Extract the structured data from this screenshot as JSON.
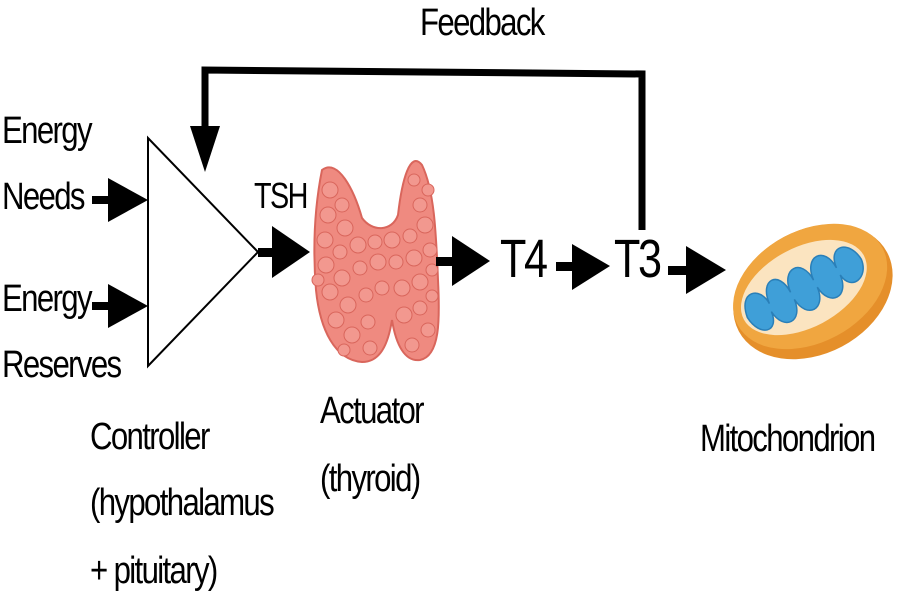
{
  "diagram": {
    "feedback_label": "Feedback",
    "inputs": {
      "energy_needs": [
        "Energy",
        "Needs"
      ],
      "energy_reserves": [
        "Energy",
        "Reserves"
      ]
    },
    "signal_label": "TSH",
    "controller": [
      "Controller",
      "(hypothalamus",
      "+ pituitary)"
    ],
    "actuator": [
      "Actuator",
      "(thyroid)"
    ],
    "hormone_t4": "T4",
    "hormone_t3": "T3",
    "target": "Mitochondrion",
    "colors": {
      "line": "#000000",
      "thyroid_fill": "#ef8a80",
      "thyroid_lobule": "#f2988f",
      "thyroid_edge": "#d9665c",
      "mito_outer": "#f0a640",
      "mito_inner": "#fbe4c0",
      "mito_cristae": "#3f9fd8"
    }
  }
}
